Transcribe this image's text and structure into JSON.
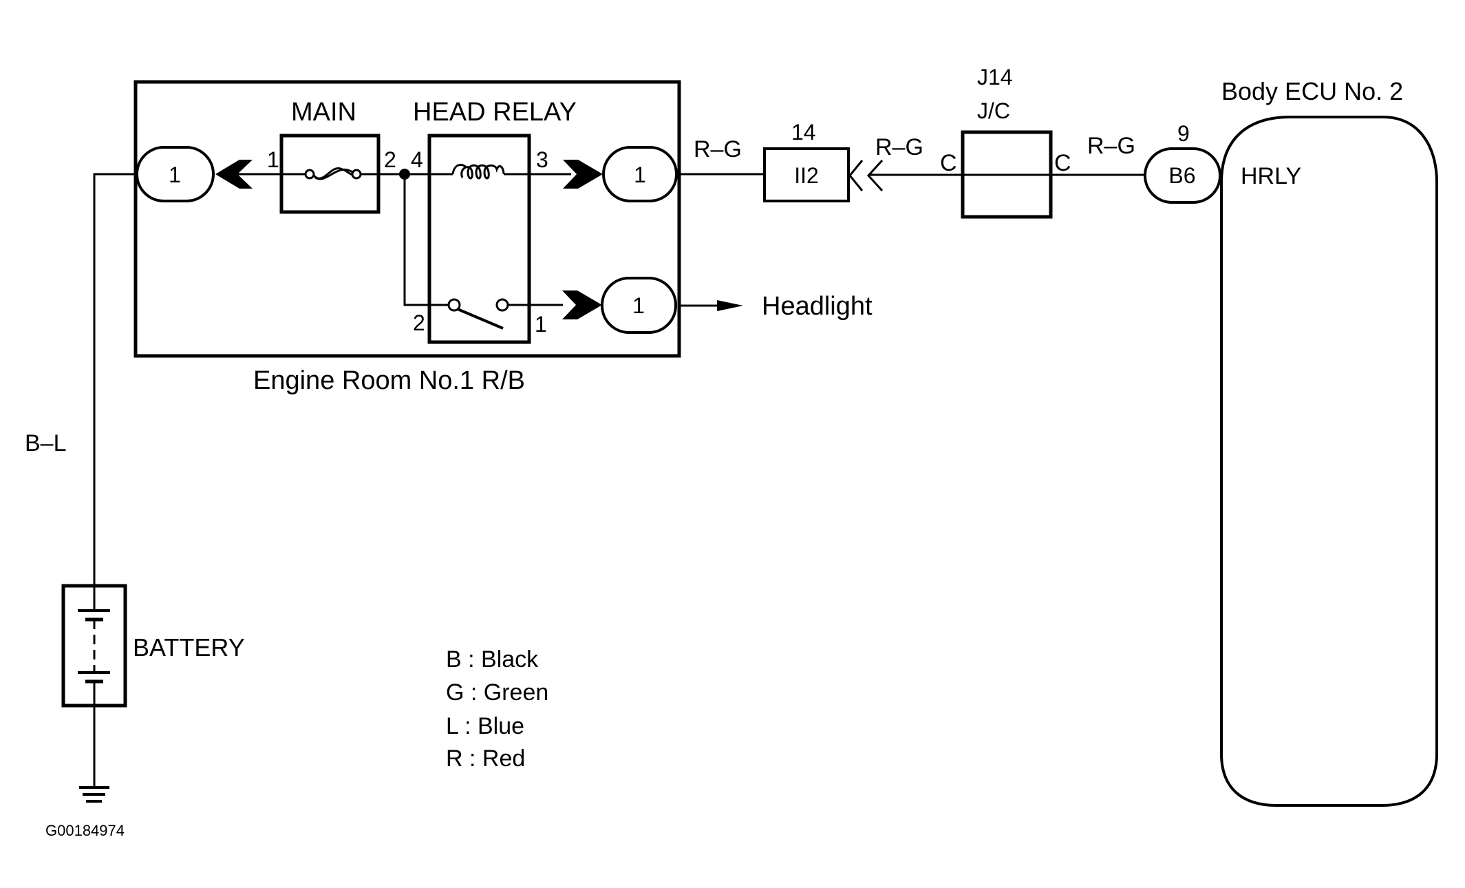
{
  "figure_id": "G00184974",
  "components": {
    "relay_block": {
      "label": "Engine Room No.1 R/B",
      "fuse": {
        "label": "MAIN",
        "pin_in": "1",
        "pin_out": "2"
      },
      "relay": {
        "label": "HEAD RELAY",
        "coil_pin_in": "4",
        "coil_pin_out": "3",
        "switch_pin_in": "2",
        "switch_pin_out": "1"
      },
      "connector_left": "1",
      "connector_right_top": "1",
      "connector_right_bottom": "1"
    },
    "connector_ii2": {
      "label": "II2",
      "pin": "14"
    },
    "junction": {
      "name": "J14",
      "type": "J/C",
      "pin_left": "C",
      "pin_right": "C"
    },
    "ecu": {
      "label": "Body ECU No. 2",
      "terminal": "HRLY",
      "connector": "B6",
      "pin": "9"
    },
    "battery": {
      "label": "BATTERY"
    },
    "headlight": {
      "label": "Headlight"
    }
  },
  "wires": {
    "battery_wire": "B–L",
    "rg_1": "R–G",
    "rg_2": "R–G",
    "rg_3": "R–G"
  },
  "legend": [
    {
      "code": "B",
      "text": "B : Black"
    },
    {
      "code": "G",
      "text": "G : Green"
    },
    {
      "code": "L",
      "text": "L : Blue"
    },
    {
      "code": "R",
      "text": "R : Red"
    }
  ],
  "colors": {
    "ink": "#000000",
    "background": "#ffffff"
  }
}
